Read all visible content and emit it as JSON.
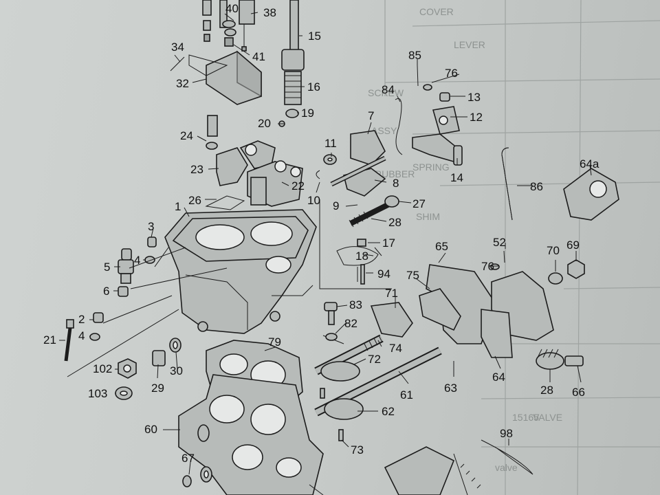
{
  "callouts": [
    "40",
    "38",
    "15",
    "85",
    "76",
    "13",
    "34",
    "41",
    "84",
    "7",
    "12",
    "32",
    "16",
    "19",
    "20",
    "24",
    "11",
    "23",
    "22",
    "26",
    "10",
    "8",
    "86",
    "14",
    "64a",
    "1",
    "9",
    "27",
    "28",
    "3",
    "17",
    "52",
    "65",
    "70",
    "69",
    "5",
    "4",
    "18",
    "94",
    "76",
    "6",
    "75",
    "71",
    "83",
    "82",
    "2",
    "4",
    "21",
    "74",
    "79",
    "72",
    "102",
    "30",
    "29",
    "28",
    "66",
    "63",
    "64",
    "61",
    "103",
    "62",
    "60",
    "98",
    "73",
    "67"
  ],
  "ghost_table": [
    "COVER",
    "LEVER",
    "SCREW",
    "ASSY",
    "SPRING",
    "RUBBER",
    "SHIM",
    "VALVE",
    "valve",
    "15165"
  ]
}
